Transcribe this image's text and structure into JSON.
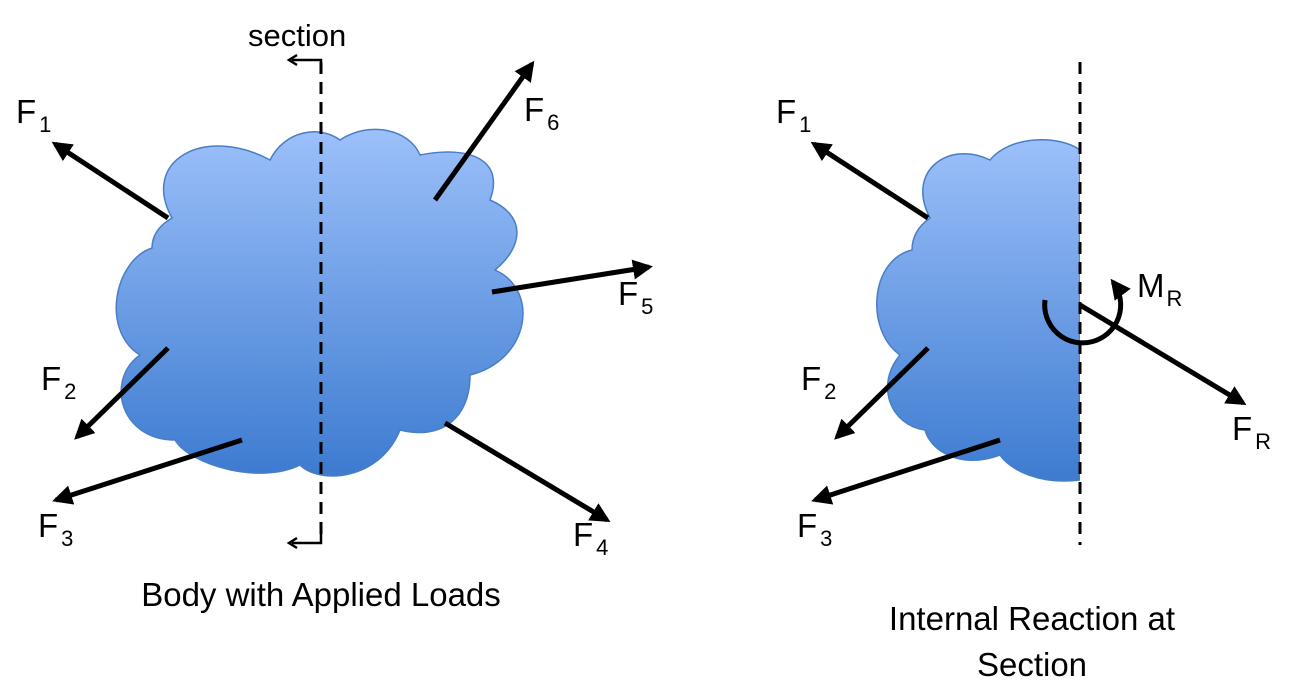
{
  "colors": {
    "body_top": "#9cc0fa",
    "body_bottom": "#3d7bd0",
    "body_outline": "#4a7ec4",
    "ink": "#000000"
  },
  "section_label": "section",
  "left_diagram": {
    "caption": "Body with Applied Loads",
    "forces": [
      {
        "symbol": "F",
        "sub": "1"
      },
      {
        "symbol": "F",
        "sub": "2"
      },
      {
        "symbol": "F",
        "sub": "3"
      },
      {
        "symbol": "F",
        "sub": "4"
      },
      {
        "symbol": "F",
        "sub": "5"
      },
      {
        "symbol": "F",
        "sub": "6"
      }
    ]
  },
  "right_diagram": {
    "caption_line1": "Internal Reaction at",
    "caption_line2": "Section",
    "forces": [
      {
        "symbol": "F",
        "sub": "1"
      },
      {
        "symbol": "F",
        "sub": "2"
      },
      {
        "symbol": "F",
        "sub": "3"
      }
    ],
    "reaction_force": {
      "symbol": "F",
      "sub": "R"
    },
    "reaction_moment": {
      "symbol": "M",
      "sub": "R"
    }
  }
}
